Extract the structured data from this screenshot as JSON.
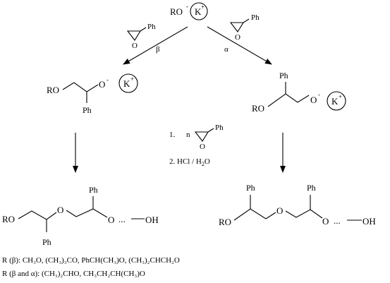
{
  "reactant": {
    "ro": "RO",
    "charge_minus": "-",
    "k": "K",
    "k_plus": "+"
  },
  "epoxide": {
    "ph": "Ph",
    "o": "O"
  },
  "paths": {
    "beta": "β",
    "alpha": "α"
  },
  "intermediate_beta": {
    "ro": "RO",
    "o_minus": "O",
    "minus": "-",
    "k": "K",
    "plus": "+",
    "ph": "Ph"
  },
  "intermediate_alpha": {
    "ro": "RO",
    "o_minus": "O",
    "minus": "-",
    "k": "K",
    "plus": "+",
    "ph": "Ph"
  },
  "conditions": {
    "step1_num": "1.",
    "step1_n": "n",
    "step2": "2.  HCl / H",
    "step2_sub": "2",
    "step2_end": "O"
  },
  "product_beta": {
    "ro": "RO",
    "o": "O",
    "o2": "O",
    "dots": "...",
    "oh": "OH",
    "ph1": "Ph",
    "ph2": "Ph"
  },
  "product_alpha": {
    "ro": "RO",
    "o": "O",
    "o2": "O",
    "dots": "...",
    "oh": "OH",
    "ph1": "Ph",
    "ph2": "Ph"
  },
  "notes": {
    "line1": "R (β): CH₃O, (CH₃)₃CO, PhCH(CH₃)O, (CH₃)₂CHCH₂O",
    "line2": "R (β and α): (CH₃)₂CHO, CH₃CH₂CH(CH₃)O"
  }
}
